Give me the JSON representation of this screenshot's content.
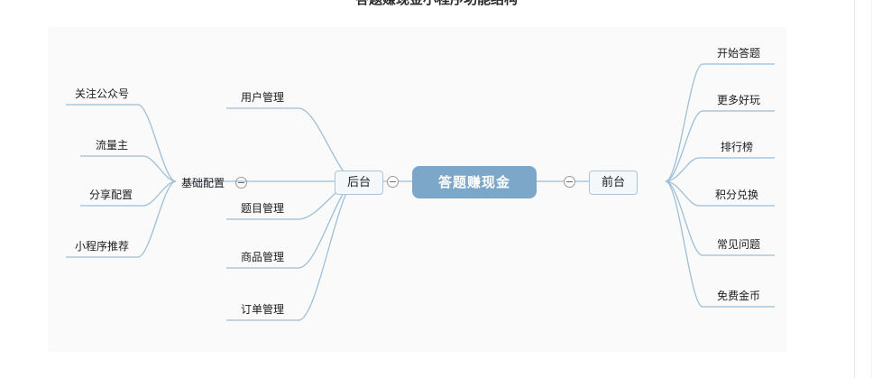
{
  "page": {
    "background_color": "#ffffff",
    "canvas_background_color": "#fafafa",
    "clipped_top_title": "答题赚现金小程序功能结构"
  },
  "theme": {
    "root_fill": "#7da7c8",
    "root_text_color": "#ffffff",
    "box_fill": "#f4f8fb",
    "box_border": "#a9c6dd",
    "edge_color": "#9ebfd8",
    "leaf_underline_color": "#a9c6dd",
    "text_color": "#1c1c1c"
  },
  "mindmap": {
    "root": {
      "label": "答题赚现金"
    },
    "toggles": {
      "root_left_label": "collapse-minus-icon",
      "root_right_label": "collapse-minus-icon",
      "basic_config_label": "collapse-minus-icon"
    },
    "left_branch": {
      "label": "后台",
      "children": [
        {
          "label": "用户管理"
        },
        {
          "label": "基础配置",
          "collapsed_toggle": true,
          "children": [
            {
              "label": "关注公众号"
            },
            {
              "label": "流量主"
            },
            {
              "label": "分享配置"
            },
            {
              "label": "小程序推荐"
            }
          ]
        },
        {
          "label": "题目管理"
        },
        {
          "label": "商品管理"
        },
        {
          "label": "订单管理"
        }
      ]
    },
    "right_branch": {
      "label": "前台",
      "children": [
        {
          "label": "开始答题"
        },
        {
          "label": "更多好玩"
        },
        {
          "label": "排行榜"
        },
        {
          "label": "积分兑换"
        },
        {
          "label": "常见问题"
        },
        {
          "label": "免费金币"
        }
      ]
    }
  }
}
